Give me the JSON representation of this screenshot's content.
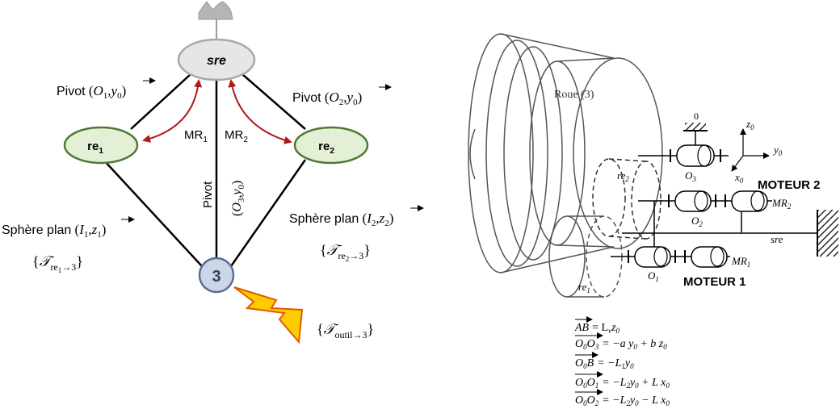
{
  "graph": {
    "nodes": {
      "sre": "sre",
      "re1": "re",
      "re1_sub": "1",
      "re2": "re",
      "re2_sub": "2",
      "n3": "3"
    },
    "links": {
      "pivot_o1": {
        "word": "Pivot",
        "point": "O",
        "point_sub": "1",
        "axis": "y",
        "axis_sub": "0"
      },
      "pivot_o2": {
        "word": "Pivot",
        "point": "O",
        "point_sub": "2",
        "axis": "y",
        "axis_sub": "0"
      },
      "pivot_o3": {
        "word": "Pivot",
        "point": "O",
        "point_sub": "3",
        "axis": "y",
        "axis_sub": "0"
      },
      "sphere1": {
        "word": "Sphère plan",
        "point": "I",
        "point_sub": "1",
        "axis": "z",
        "axis_sub": "1"
      },
      "sphere2": {
        "word": "Sphère plan",
        "point": "I",
        "point_sub": "2",
        "axis": "z",
        "axis_sub": "2"
      }
    },
    "motors": {
      "mr1": "MR",
      "mr1_sub": "1",
      "mr2": "MR",
      "mr2_sub": "2"
    },
    "torsors": {
      "t1": {
        "symbol": "𝒯",
        "sub": "re",
        "sub2": "1",
        "arrow": "→3"
      },
      "t2": {
        "symbol": "𝒯",
        "sub": "re",
        "sub2": "2",
        "arrow": "→3"
      },
      "t3": {
        "symbol": "𝒯",
        "sub": "outil→3"
      }
    }
  },
  "mechanism": {
    "roue": "Roue (3)",
    "frame0": "0",
    "axes": {
      "z": "z",
      "y": "y",
      "x": "x",
      "sub": "0"
    },
    "labels": {
      "re2": "re",
      "re2_sub": "2",
      "re1": "re",
      "re1_sub": "1",
      "o3": "O",
      "o3_sub": "3",
      "o2": "O",
      "o2_sub": "2",
      "o1": "O",
      "o1_sub": "1",
      "mr2": "MR",
      "mr2_sub": "2",
      "mr1": "MR",
      "mr1_sub": "1",
      "sre": "sre"
    },
    "moteur2": "MOTEUR 2",
    "moteur1": "MOTEUR 1"
  },
  "equations": [
    {
      "lhs": "AB",
      "rhs": "= L",
      "rhs_sub": "v",
      "rhs_tail": "z",
      "rhs_tail_sub": "0"
    },
    {
      "lhs": "O",
      "lhs_sub": "0",
      "lhs2": "O",
      "lhs2_sub": "3",
      "rhs": "= −a y",
      "rhs_sub": "0",
      "rhs_tail": " + b z",
      "rhs_tail_sub": "0"
    },
    {
      "lhs": "O",
      "lhs_sub": "0",
      "lhs2": "B",
      "rhs": "= −L",
      "rhs_sub": "1",
      "rhs_tail": "y",
      "rhs_tail_sub": "0"
    },
    {
      "lhs": "O",
      "lhs_sub": "0",
      "lhs2": "O",
      "lhs2_sub": "1",
      "rhs": "= −L",
      "rhs_sub": "2",
      "rhs_tail": "y",
      "rhs_tail_sub": "0",
      "rhs_more": " + L x",
      "rhs_more_sub": "0"
    },
    {
      "lhs": "O",
      "lhs_sub": "0",
      "lhs2": "O",
      "lhs2_sub": "2",
      "rhs": "= −L",
      "rhs_sub": "2",
      "rhs_tail": "y",
      "rhs_tail_sub": "0",
      "rhs_more": " − L x",
      "rhs_more_sub": "0"
    }
  ],
  "colors": {
    "sre_fill": "#e6e6e6",
    "re_fill": "#e4f0d6",
    "re_stroke": "#4e7a34",
    "n3_fill": "#cdd6e6",
    "n3_stroke": "#5a6e94",
    "motor_arrow": "#b01818",
    "bolt_fill": "#ffcc00",
    "bolt_stroke": "#e05a00"
  }
}
